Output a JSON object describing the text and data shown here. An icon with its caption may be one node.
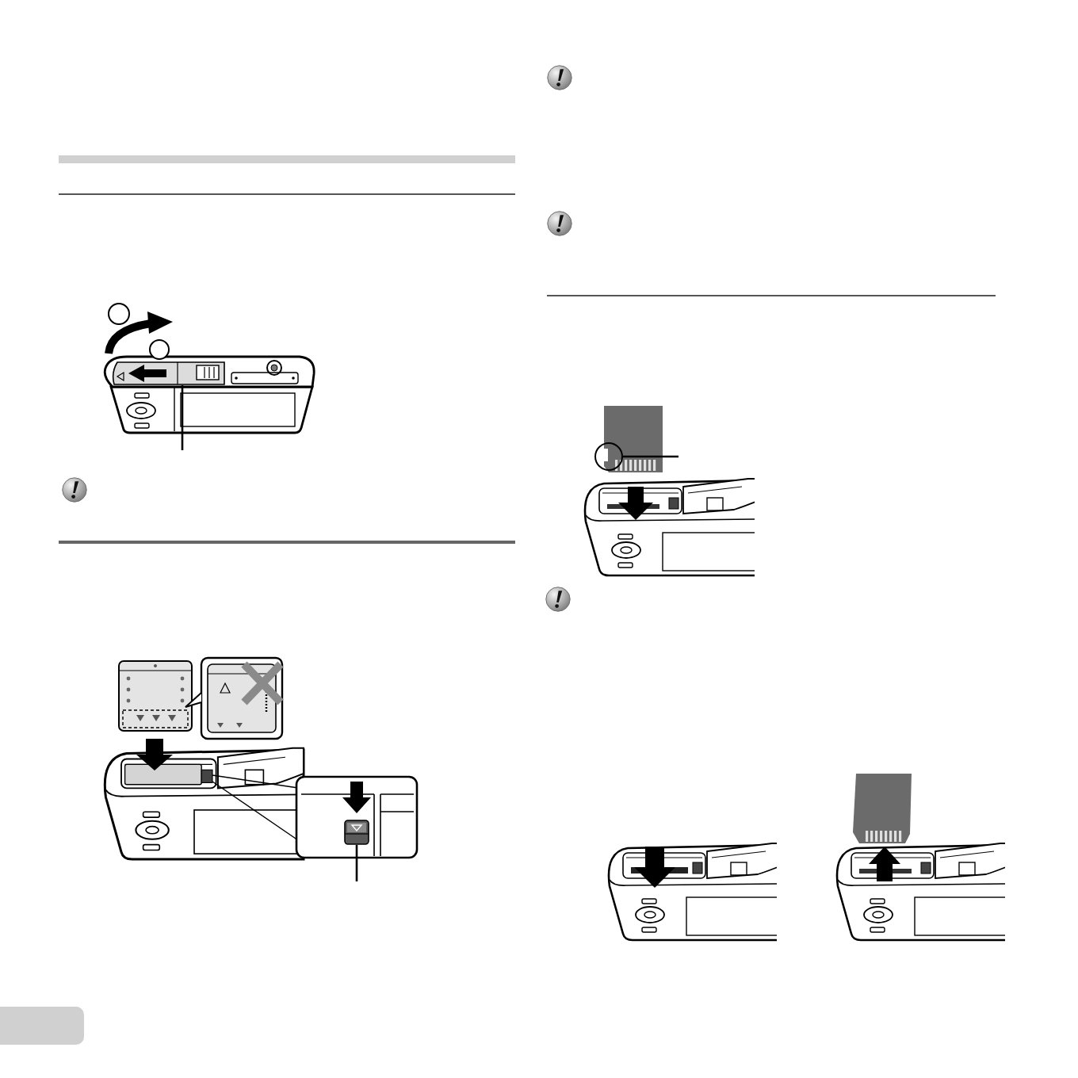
{
  "diagram": {
    "nodes": [
      {
        "text": [],
        "shape": "circle"
      },
      {
        "text": [],
        "shape": "circle"
      },
      {
        "text": [],
        "shape": "picture"
      },
      {
        "text": [],
        "shape": "picture"
      },
      {
        "text": [],
        "shape": "circle"
      }
    ],
    "edges": [
      {
        "from": null,
        "to": 2,
        "arrow": "none"
      },
      {
        "from": null,
        "to": 3,
        "arrow": "none"
      },
      {
        "from": null,
        "to": 4,
        "arrow": "none"
      }
    ]
  }
}
